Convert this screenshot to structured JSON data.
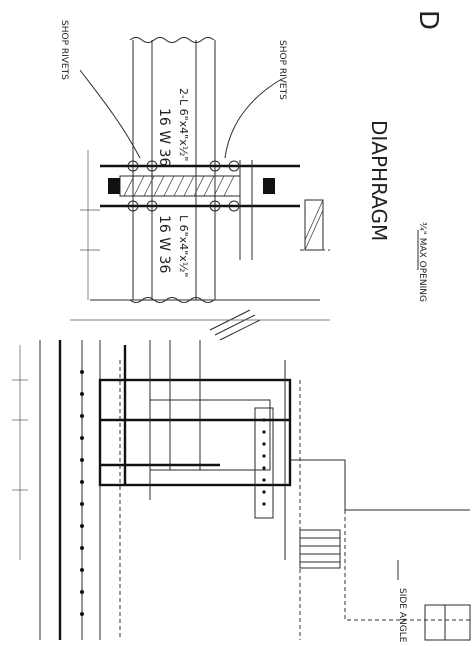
{
  "right_detail": {
    "title": "DIAPHRAGM D",
    "title_word": "DIAPHRAGM",
    "title_letter": "D",
    "beam_upper_label": "16 W 36",
    "beam_lower_label": "16 W 36",
    "angle_upper_label": "2-L 6\"x4\"x½\"",
    "angle_lower_label": "L 6\"x4\"x½\"",
    "rivet_label_upper": "SHOP RIVETS",
    "rivet_label_lower": "SHOP RIVETS",
    "opening_note": "¾\" MAX OPENING"
  },
  "left_detail": {
    "side_label": "SIDE ANGLE"
  }
}
